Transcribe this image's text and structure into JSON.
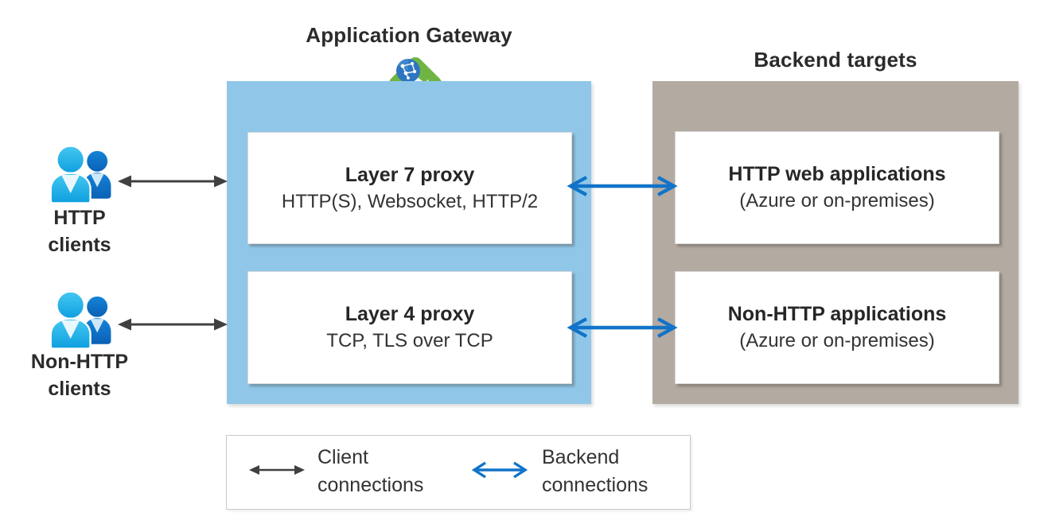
{
  "header": {
    "gateway_title": "Application Gateway",
    "backend_title": "Backend targets"
  },
  "gateway": {
    "nodes": [
      {
        "title": "Layer 7 proxy",
        "subtitle": "HTTP(S), Websocket, HTTP/2"
      },
      {
        "title": "Layer 4 proxy",
        "subtitle": "TCP, TLS over TCP"
      }
    ]
  },
  "backend": {
    "nodes": [
      {
        "title": "HTTP web applications",
        "subtitle": "(Azure or on-premises)"
      },
      {
        "title": "Non-HTTP applications",
        "subtitle": "(Azure or on-premises)"
      }
    ]
  },
  "clients": [
    {
      "line1": "HTTP",
      "line2": "clients"
    },
    {
      "line1": "Non-HTTP",
      "line2": "clients"
    }
  ],
  "legend": {
    "client": {
      "line1": "Client",
      "line2": "connections"
    },
    "backend": {
      "line1": "Backend",
      "line2": "connections"
    }
  },
  "icons": {
    "app_gateway": "application-gateway-icon",
    "clients": "users-icon"
  },
  "colors": {
    "gateway_box": "#90c7e9",
    "backend_box": "#b3aaa2",
    "client_arrow": "#404040",
    "backend_arrow": "#1173c8",
    "gateway_icon_green": "#70b544",
    "globe_blue": "#2e76c1",
    "person_front_top": "#45c8f1",
    "person_front_bottom": "#0e9fe0",
    "person_back": "#0d6ec6"
  }
}
